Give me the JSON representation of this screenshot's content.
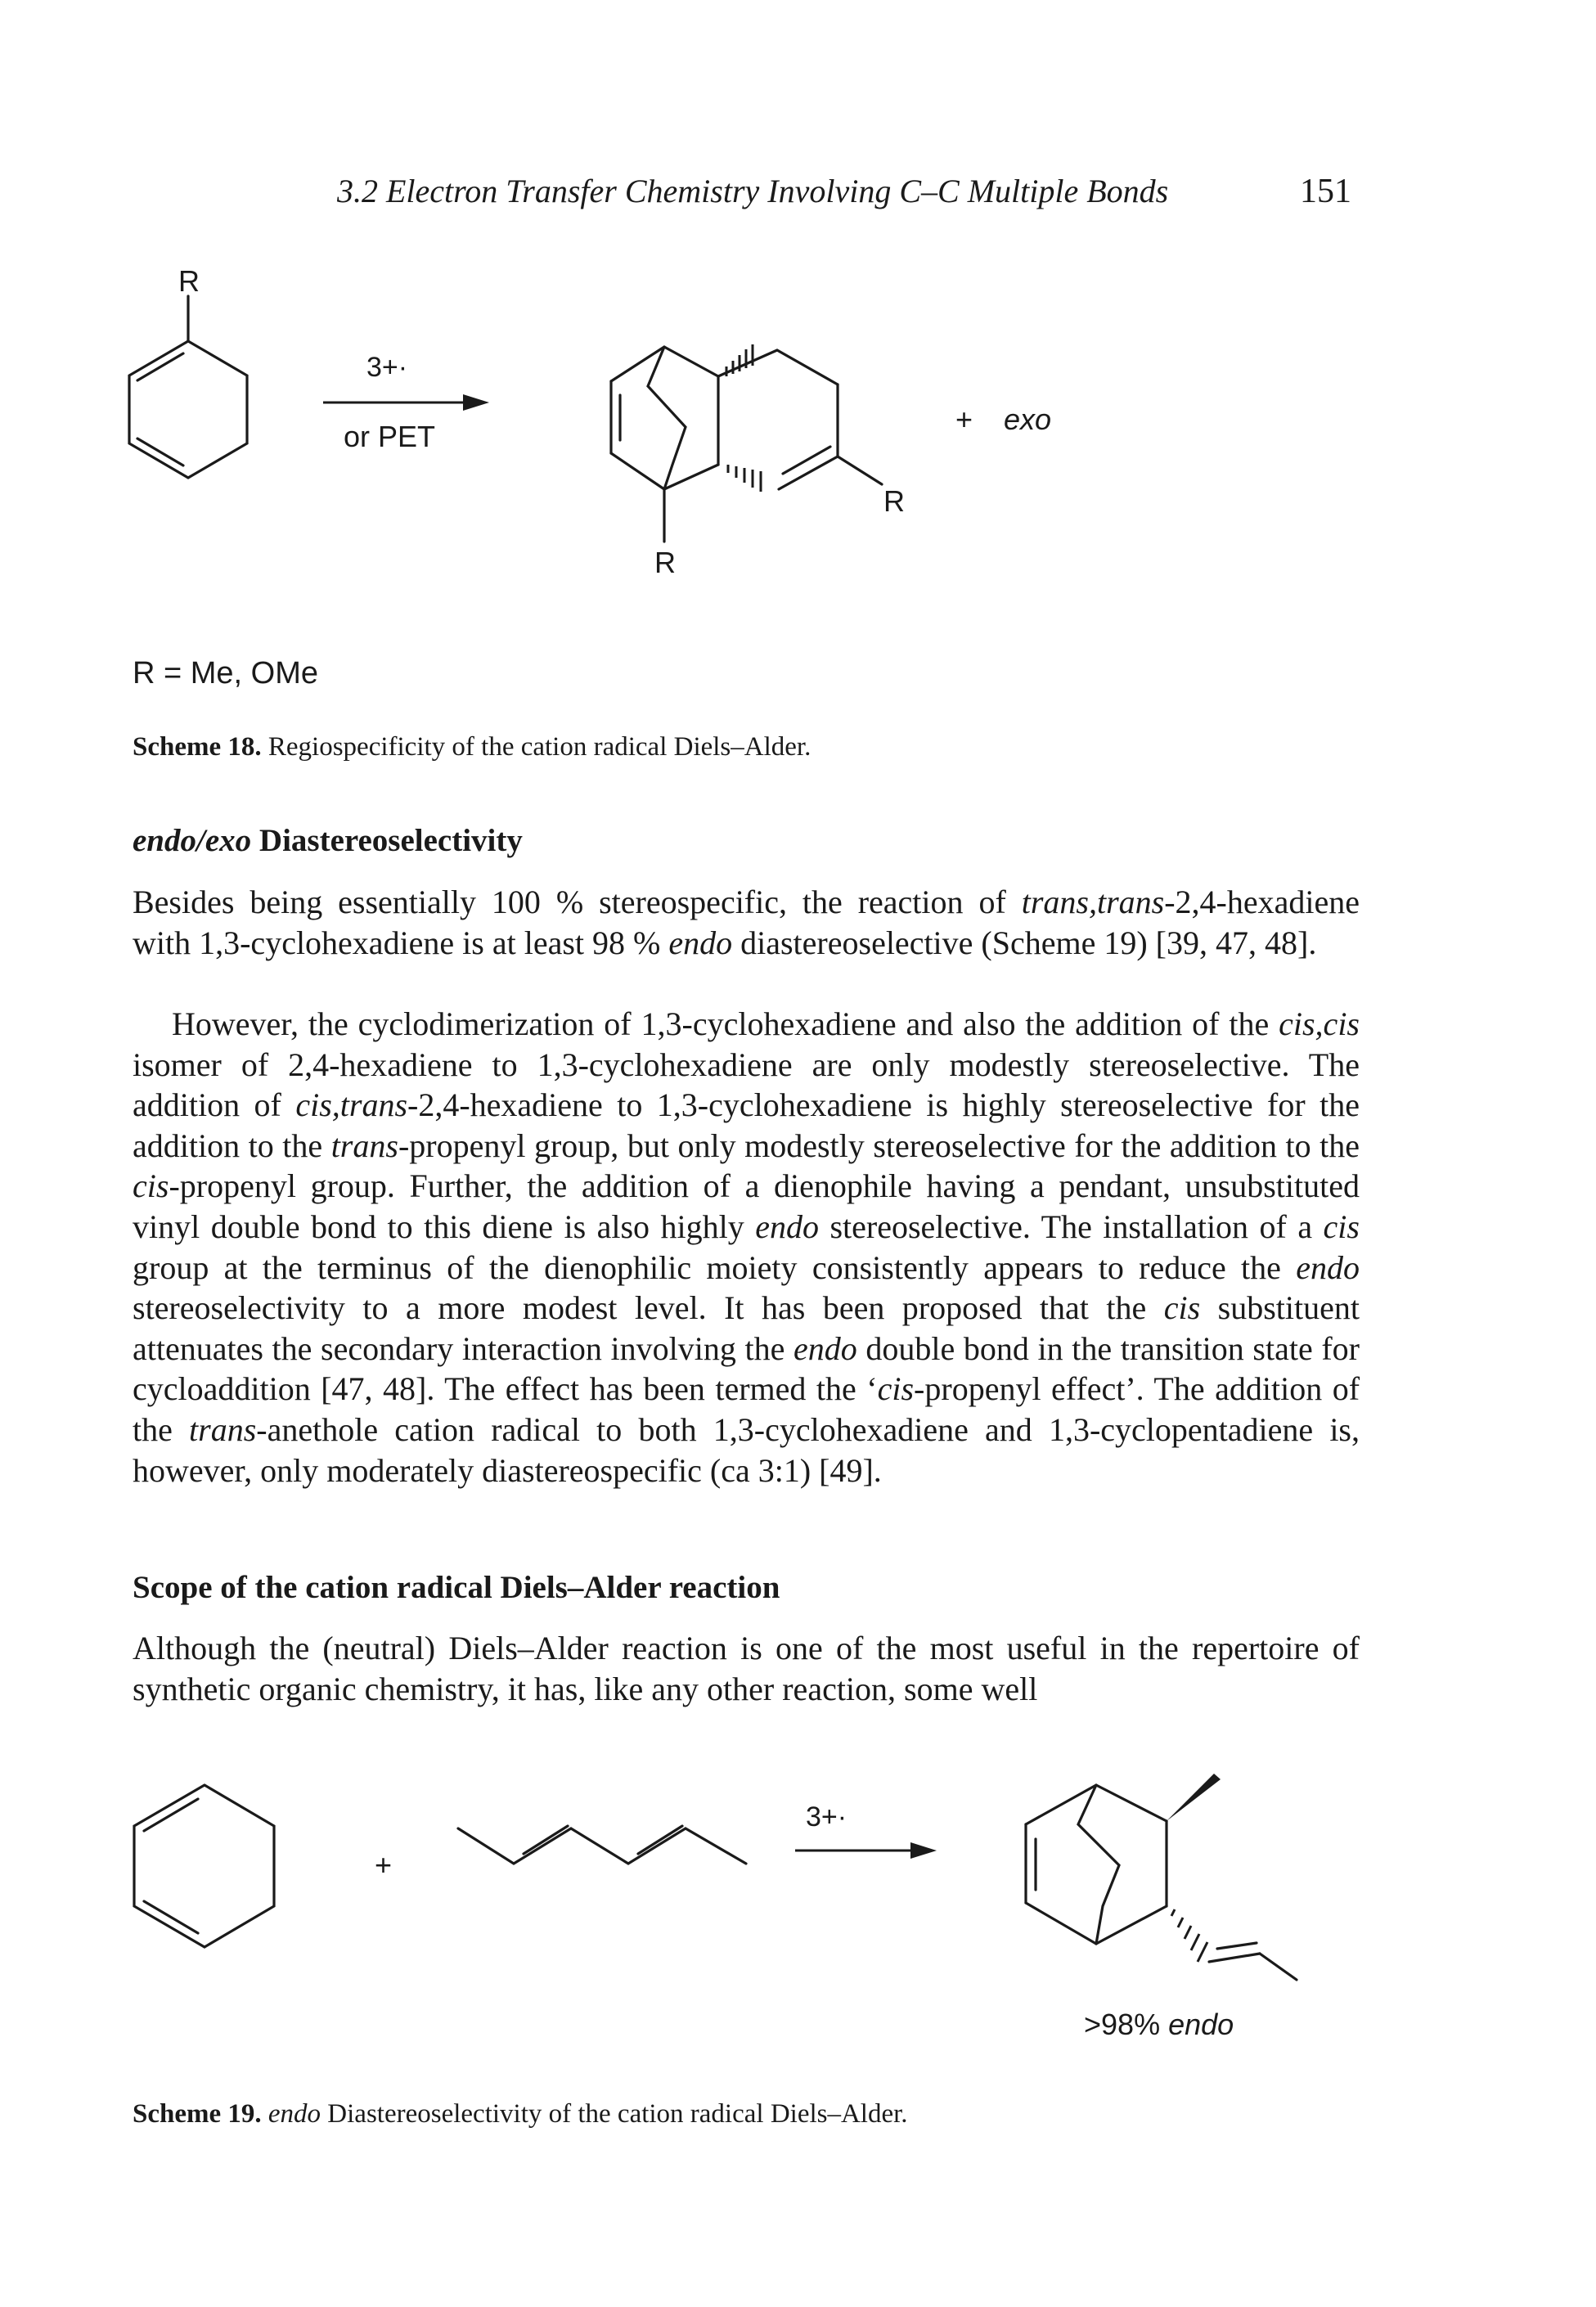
{
  "header": {
    "running_title": "3.2 Electron Transfer Chemistry Involving C–C Multiple Bonds",
    "page_number": "151"
  },
  "scheme18": {
    "substituent_label": "R",
    "product_r_label": "R",
    "bridge_r_label": "R",
    "catalyst_label": "3+·",
    "condition_label": "or PET",
    "plus_sign": "+",
    "exo_label": "exo",
    "r_values": "R = Me, OMe",
    "caption_number": "Scheme 18.",
    "caption_text": "Regiospecificity of the cation radical Diels–Alder."
  },
  "section1": {
    "heading_italic": "endo/exo",
    "heading_rest": "Diastereoselectivity",
    "p1": {
      "t1": "Besides being essentially 100 % stereospecific, the reaction of ",
      "i1": "trans,trans",
      "t2": "-2,4-hexadiene with 1,3-cyclohexadiene is at least 98 % ",
      "i2": "endo",
      "t3": " diastereoselective (Scheme 19) [39, 47, 48]."
    },
    "p2": {
      "t1": "However, the cyclodimerization of 1,3-cyclohexadiene and also the addition of the ",
      "i1": "cis,cis",
      "t2": " isomer of 2,4-hexadiene to 1,3-cyclohexadiene are only modestly stereoselective. The addition of ",
      "i2": "cis,trans",
      "t3": "-2,4-hexadiene to 1,3-cyclohexadiene is highly stereoselective for the addition to the ",
      "i3": "trans",
      "t4": "-propenyl group, but only modestly stereoselective for the addition to the ",
      "i4": "cis",
      "t5": "-propenyl group. Further, the addition of a dienophile having a pendant, unsubstituted vinyl double bond to this diene is also highly ",
      "i5": "endo",
      "t6": " stereoselective. The installation of a ",
      "i6": "cis",
      "t7": " group at the terminus of the dienophilic moiety consistently appears to reduce the ",
      "i7": "endo",
      "t8": " stereoselectivity to a more modest level. It has been proposed that the ",
      "i8": "cis",
      "t9": " substituent attenuates the secondary interaction involving the ",
      "i9": "endo",
      "t10": " double bond in the transition state for cycloaddition [47, 48]. The effect has been termed the ‘",
      "i10": "cis",
      "t11": "-propenyl effect’. The addition of the ",
      "i11": "trans",
      "t12": "-anethole cation radical to both 1,3-cyclohexadiene and 1,3-cyclopentadiene is, however, only moderately diastereospecific (ca 3:1) [49]."
    }
  },
  "section2": {
    "heading": "Scope of the cation radical Diels–Alder reaction",
    "p1": "Although the (neutral) Diels–Alder reaction is one of the most useful in the repertoire of synthetic organic chemistry, it has, like any other reaction, some well"
  },
  "scheme19": {
    "plus_sign": "+",
    "catalyst_label": "3+·",
    "selectivity_value": ">98%",
    "selectivity_word": "endo",
    "caption_number": "Scheme 19.",
    "caption_italic": "endo",
    "caption_text": " Diastereoselectivity of the cation radical Diels–Alder."
  }
}
